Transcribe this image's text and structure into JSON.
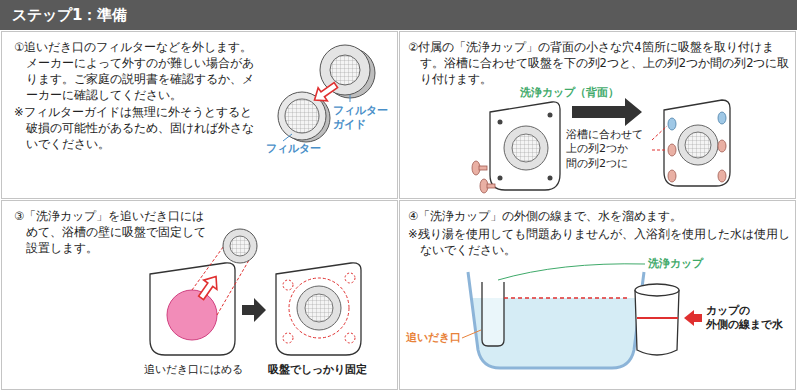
{
  "diagram": {
    "title": "ステップ1：準備",
    "nodes": [
      {
        "text": [
          "①追いだき口のフィルターなどを外します。メーカーによって外すのが難しい場合があります。ご家庭の説明書を確認するか、メーカーに確認してください。",
          "※フィルターガイドは無理に外そうとすると破損の可能性があるため、固ければ外さないでください。"
        ]
      },
      {
        "text": [
          "②付属の「洗浄カップ」の背面の小さな穴4箇所に吸盤を取り付けます。浴槽に合わせて吸盤を下の列2つと、上の列2つか間の列2つに取り付けます。"
        ]
      },
      {
        "text": [
          "③「洗浄カップ」を追いだき口にはめて、浴槽の壁に吸盤で固定して設置します。"
        ]
      },
      {
        "text": [
          "④「洗浄カップ」の外側の線まで、水を溜めます。",
          "※残り湯を使用しても問題ありませんが、入浴剤を使用した水は使用しないでください。"
        ]
      }
    ],
    "labels": [
      "フィルター",
      "フィルターガイド",
      "洗浄カップ（背面）",
      "浴槽に合わせて 上の列2つか 間の列2つに",
      "追いだき口にはめる",
      "吸盤でしっかり固定",
      "洗浄カップ",
      "追いだき口",
      "カップの 外側の線まで水"
    ]
  }
}
